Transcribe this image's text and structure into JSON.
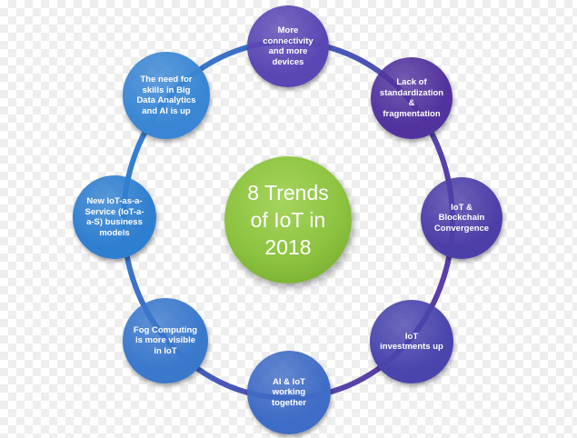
{
  "center": {
    "title": "8 Trends\nof IoT in\n2018"
  },
  "colors": {
    "ring_blue": "#3a8fd6",
    "ring_purple": "#5a3ea6",
    "center_green": "#8cc33f"
  },
  "trends": [
    {
      "label": "More\nconnectivity\nand more\ndevices",
      "color": "#5b47b4",
      "icon": "none"
    },
    {
      "label": "Lack of\nstandardization\n&\nfragmentation",
      "color": "#52339e",
      "icon": "none"
    },
    {
      "label": "IoT &\nBlockchain\nConvergence",
      "color": "#4d3fa8",
      "icon": "none"
    },
    {
      "label": "IoT\ninvestments up",
      "color": "#4a45ad",
      "icon": "none"
    },
    {
      "label": "AI & IoT\nworking\ntogether",
      "color": "#3f6cc6",
      "icon": "none"
    },
    {
      "label": "Fog Computing\nis more visible\nin IoT",
      "color": "#3a78cc",
      "icon": "none"
    },
    {
      "label": "New IoT-as-a-\nService (IoT-a-\na-S) business\nmodels",
      "color": "#2f7fd0",
      "icon": "none"
    },
    {
      "label": "The need for\nskills in Big\nData Analytics\nand AI is up",
      "color": "#3a86d4",
      "icon": "none"
    }
  ]
}
